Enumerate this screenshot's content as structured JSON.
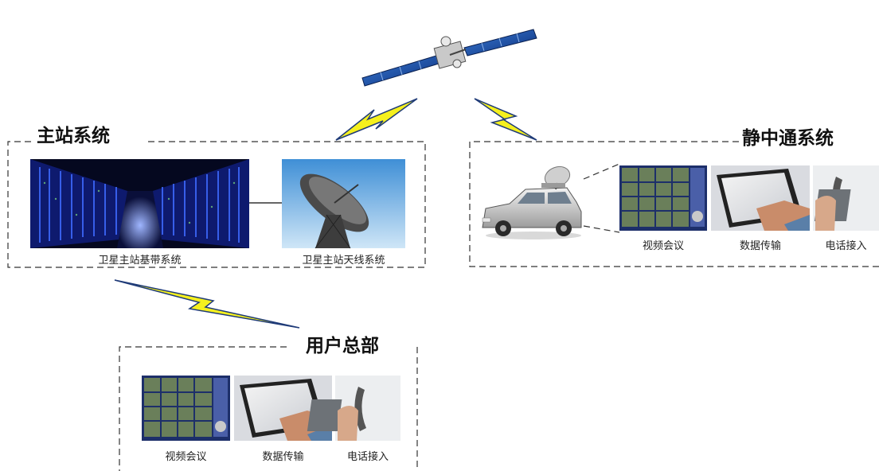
{
  "satellite_icon": "satellite-icon",
  "master_station": {
    "title": "主站系统",
    "baseband_caption": "卫星主站基带系统",
    "antenna_caption": "卫星主站天线系统"
  },
  "mobile_station": {
    "title": "静中通系统",
    "captions": [
      "视频会议",
      "数据传输",
      "电话接入"
    ]
  },
  "user_hq": {
    "title": "用户总部",
    "captions": [
      "视频会议",
      "数据传输",
      "电话接入"
    ]
  },
  "colors": {
    "lightning_fill": "#f5f01e",
    "lightning_stroke": "#1f3b78",
    "dashed_border": "#333333",
    "datacenter_blue": "#1a2a9a"
  }
}
